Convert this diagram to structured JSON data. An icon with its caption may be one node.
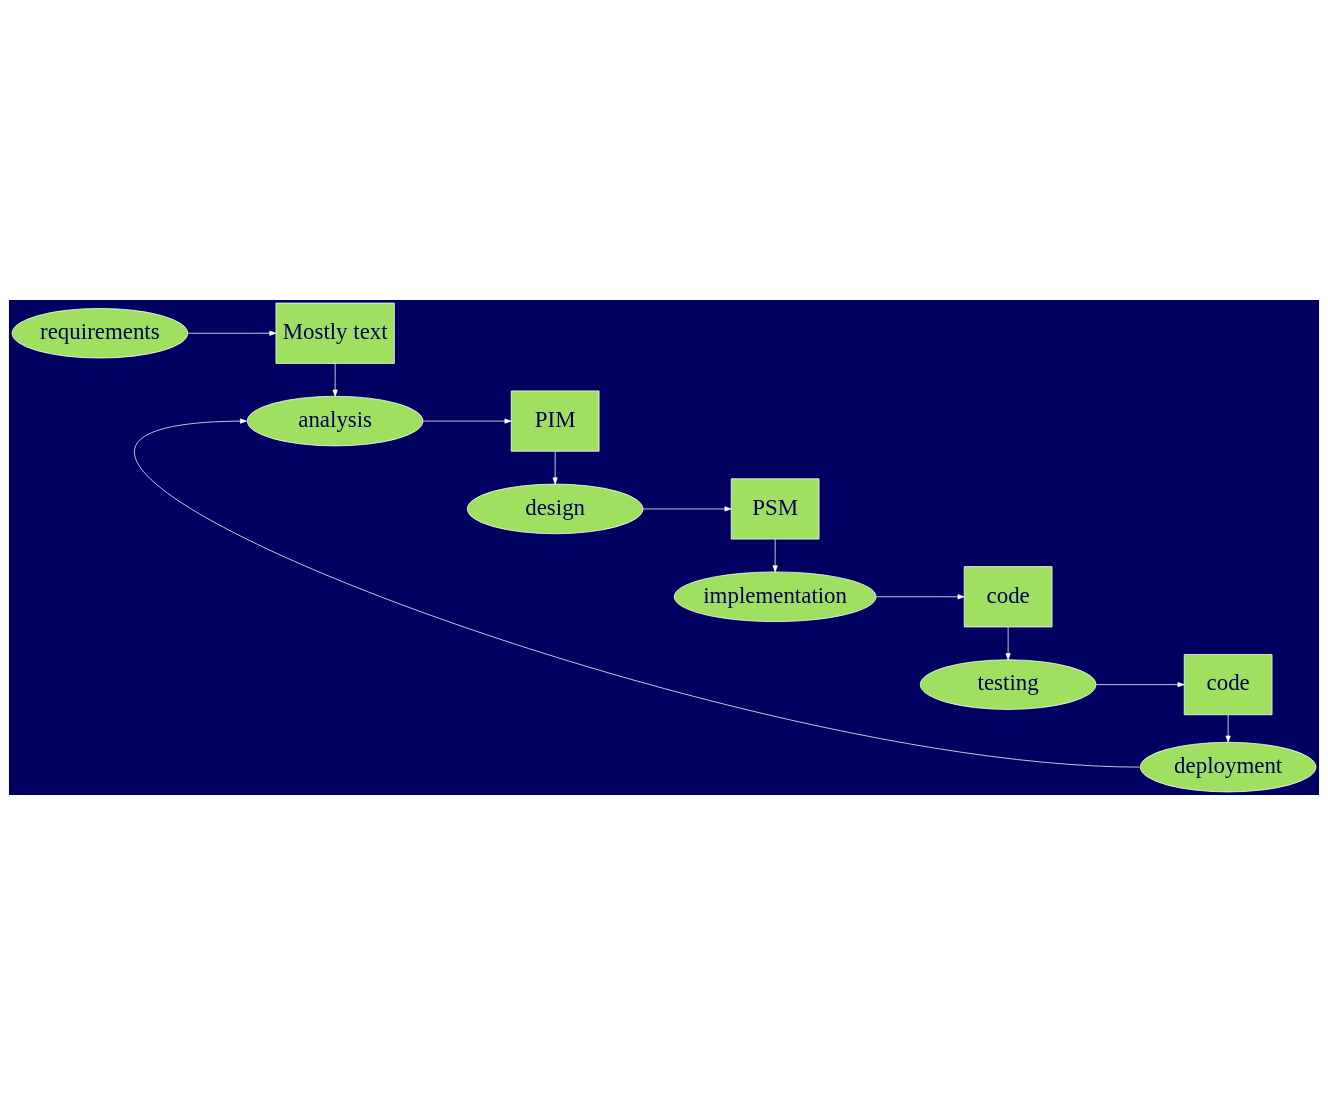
{
  "diagram": {
    "nodes": [
      {
        "text": [
          "requirements"
        ]
      },
      {
        "text": [
          "Mostly text"
        ]
      },
      {
        "text": [
          "analysis"
        ]
      },
      {
        "text": [
          "PIM"
        ]
      },
      {
        "text": [
          "design"
        ]
      },
      {
        "text": [
          "PSM"
        ]
      },
      {
        "text": [
          "implementation"
        ]
      },
      {
        "text": [
          "code"
        ]
      },
      {
        "text": [
          "testing"
        ]
      },
      {
        "text": [
          "code"
        ]
      },
      {
        "text": [
          "deployment"
        ]
      }
    ],
    "edges": [
      {
        "from": 0,
        "to": 1,
        "arrow": "to"
      },
      {
        "from": 1,
        "to": 2,
        "arrow": "to"
      },
      {
        "from": 2,
        "to": 3,
        "arrow": "to"
      },
      {
        "from": 3,
        "to": 4,
        "arrow": "to"
      },
      {
        "from": 4,
        "to": 5,
        "arrow": "to"
      },
      {
        "from": 5,
        "to": 6,
        "arrow": "to"
      },
      {
        "from": 6,
        "to": 7,
        "arrow": "to"
      },
      {
        "from": 7,
        "to": 8,
        "arrow": "to"
      },
      {
        "from": 8,
        "to": 9,
        "arrow": "to"
      },
      {
        "from": 9,
        "to": 10,
        "arrow": "to"
      },
      {
        "from": 10,
        "to": 2,
        "arrow": "to"
      }
    ]
  }
}
